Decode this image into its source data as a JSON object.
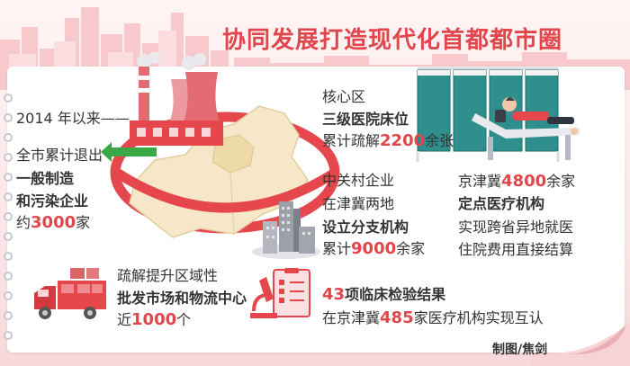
{
  "title": "协同发展打造现代化首都都市圈",
  "since": "2014 年以来——",
  "exit": {
    "line1": "全市累计退出",
    "line2": "一般制造",
    "line3": "和污染企业",
    "prefix": "约",
    "number": "3000",
    "suffix": "家"
  },
  "markets": {
    "line1": "疏解提升区域性",
    "line2": "批发市场和物流中心",
    "prefix": "近",
    "number": "1000",
    "suffix": "个"
  },
  "core": {
    "line1": "核心区",
    "line2": "三级医院床位",
    "prefix": "累计疏解",
    "number": "2200",
    "suffix": "余张"
  },
  "zgc": {
    "line1": "中关村企业",
    "line2": "在津冀两地",
    "line3": "设立分支机构",
    "prefix": "累计",
    "number": "9000",
    "suffix": "余家"
  },
  "medical": {
    "prefix": "京津冀",
    "number": "4800",
    "suffix": "余家",
    "line2": "定点医疗机构",
    "line3": "实现跨省异地就医",
    "line4": "住院费用直接结算"
  },
  "lab": {
    "number": "43",
    "line1_rest": "项临床检验结果",
    "line2_prefix": "在京津冀",
    "line2_number": "485",
    "line2_rest": "家医疗机构实现互认"
  },
  "credit": "制图/焦剑",
  "colors": {
    "accent": "#e0464c",
    "ring": "#e6474d",
    "arrow": "#3aa845",
    "teal": "#2e8f8c"
  }
}
